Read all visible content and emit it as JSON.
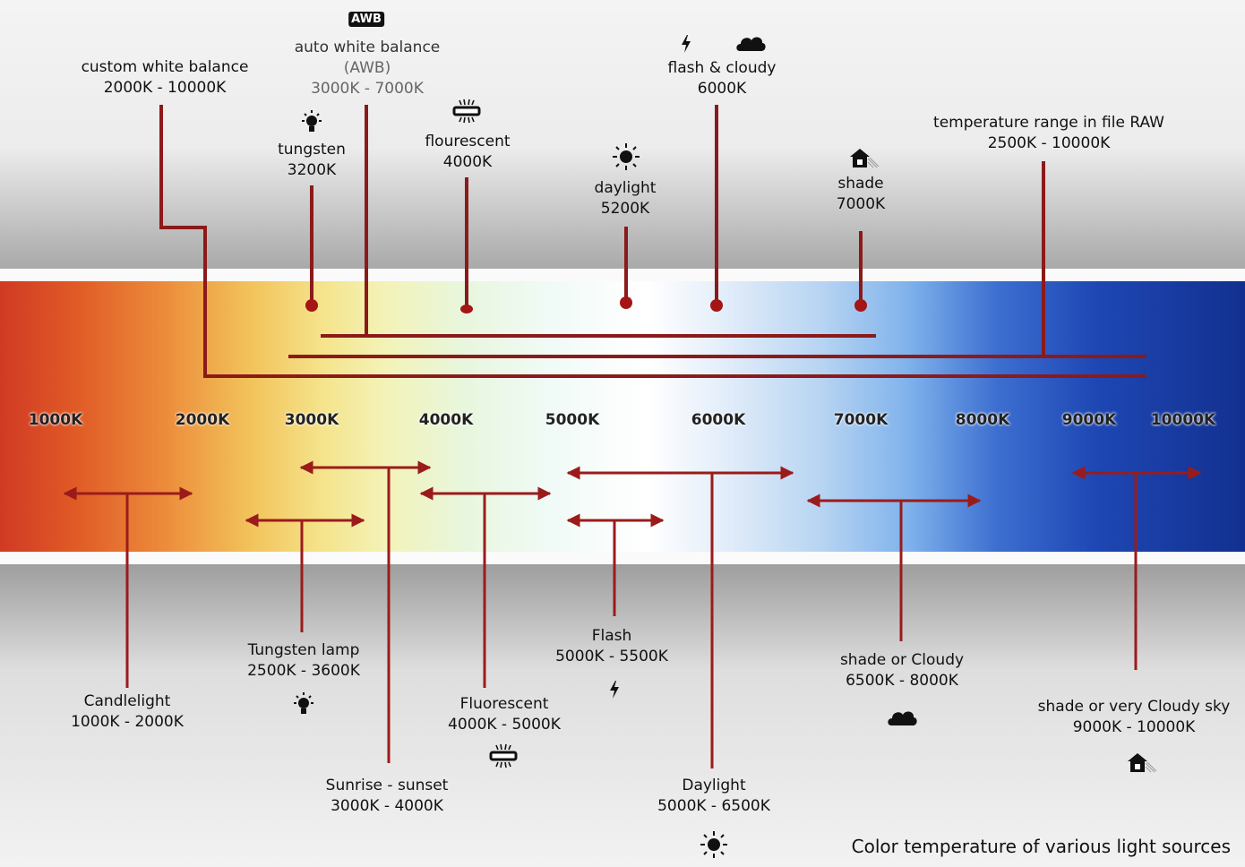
{
  "top_labels": [
    {
      "id": "custom",
      "name": "custom white balance",
      "range": "2000K - 10000K"
    },
    {
      "id": "awb",
      "badge": "AWB",
      "name": "auto white balance",
      "sub": "(AWB)",
      "range": "3000K - 7000K"
    },
    {
      "id": "tungsten",
      "name": "tungsten",
      "range": "3200K"
    },
    {
      "id": "flourescent",
      "name": "flourescent",
      "range": "4000K"
    },
    {
      "id": "daylight",
      "name": "daylight",
      "range": "5200K"
    },
    {
      "id": "flash_cloudy",
      "name": "flash & cloudy",
      "range": "6000K"
    },
    {
      "id": "shade",
      "name": "shade",
      "range": "7000K"
    },
    {
      "id": "raw",
      "name": "temperature range in file RAW",
      "range": "2500K - 10000K"
    }
  ],
  "scale_ticks": [
    "1000K",
    "2000K",
    "3000K",
    "4000K",
    "5000K",
    "6000K",
    "7000K",
    "8000K",
    "9000K",
    "10000K"
  ],
  "bottom_labels": [
    {
      "id": "candlelight",
      "name": "Candlelight",
      "range": "1000K - 2000K"
    },
    {
      "id": "tungsten_lamp",
      "name": "Tungsten lamp",
      "range": "2500K - 3600K"
    },
    {
      "id": "sunrise",
      "name": "Sunrise - sunset",
      "range": "3000K - 4000K"
    },
    {
      "id": "fluorescent",
      "name": "Fluorescent",
      "range": "4000K - 5000K"
    },
    {
      "id": "flash",
      "name": "Flash",
      "range": "5000K - 5500K"
    },
    {
      "id": "daylight",
      "name": "Daylight",
      "range": "5000K - 6500K"
    },
    {
      "id": "shade_cloudy",
      "name": "shade or  Cloudy",
      "range": "6500K - 8000K"
    },
    {
      "id": "very_cloudy",
      "name": "shade or very Cloudy sky",
      "range": "9000K - 10000K"
    }
  ],
  "caption": "Color temperature of various light sources",
  "colors": {
    "line": "#8b1a1a",
    "dot": "#a51515",
    "warm": "#d03a24",
    "cool": "#12308f"
  },
  "icons": [
    "awb-badge",
    "bulb-icon",
    "fluorescent-tube-icon",
    "sun-icon",
    "flash-icon",
    "cloud-icon",
    "house-shade-icon"
  ]
}
